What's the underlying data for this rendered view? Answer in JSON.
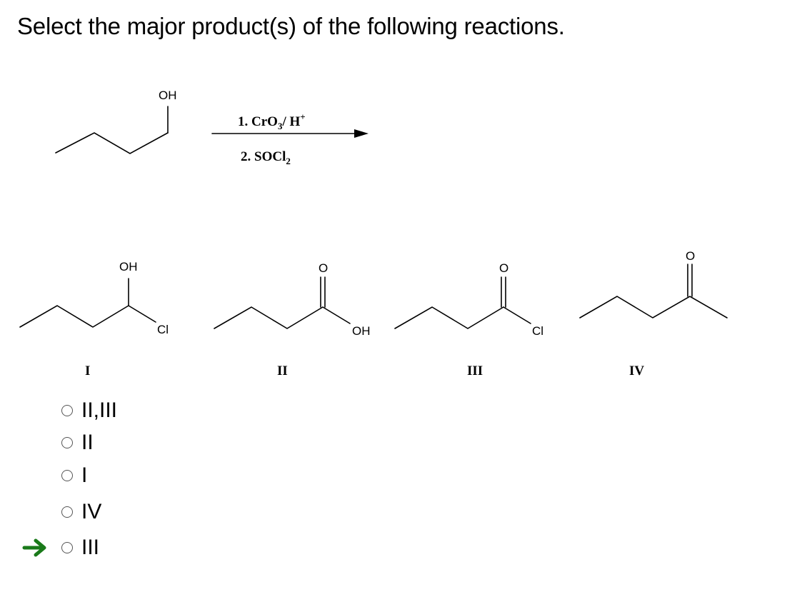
{
  "question": {
    "text": "Select the major product(s) of the following reactions."
  },
  "reaction": {
    "reactant_label": "OH",
    "reagent_1": {
      "prefix": "1. CrO",
      "sub": "3",
      "mid": "/ H",
      "sup": "+"
    },
    "reagent_2": {
      "prefix": "2. SOCl",
      "sub": "2"
    }
  },
  "structures": [
    {
      "numeral": "I",
      "labels": [
        "OH",
        "Cl"
      ]
    },
    {
      "numeral": "II",
      "labels": [
        "O",
        "OH"
      ]
    },
    {
      "numeral": "III",
      "labels": [
        "O",
        "Cl"
      ]
    },
    {
      "numeral": "IV",
      "labels": [
        "O"
      ]
    }
  ],
  "options": [
    {
      "label": "II,III"
    },
    {
      "label": "II"
    },
    {
      "label": "I"
    },
    {
      "label": "IV"
    },
    {
      "label": "III",
      "marked": true
    }
  ],
  "colors": {
    "arrow_indicator": "#1a7a1a",
    "radio_border": "#555555",
    "bond": "#000000"
  }
}
